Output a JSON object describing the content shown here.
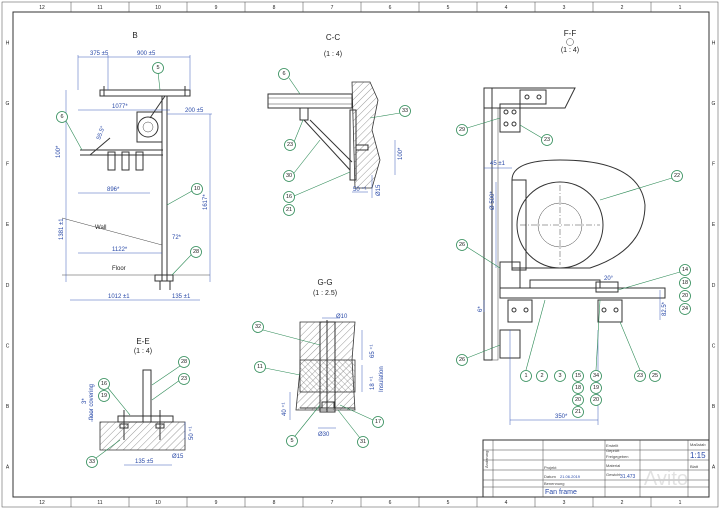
{
  "border": {
    "columns_top": [
      "12",
      "11",
      "10",
      "9",
      "8",
      "7",
      "6",
      "5",
      "4",
      "3",
      "2",
      "1"
    ],
    "rows": [
      "H",
      "G",
      "F",
      "E",
      "D",
      "C",
      "B",
      "A"
    ]
  },
  "views": {
    "b": {
      "title": "B"
    },
    "cc": {
      "title": "C-C",
      "scale": "(1 : 4)"
    },
    "ff": {
      "title": "F-F",
      "scale": "(1 : 4)"
    },
    "gg": {
      "title": "G-G",
      "scale": "(1 : 2.5)"
    },
    "ee": {
      "title": "E-E",
      "scale": "(1 : 4)"
    }
  },
  "dims": {
    "b": [
      "375 ±5",
      "900 ±5",
      "1077*",
      "200 ±5",
      "100*",
      "55.5°",
      "896*",
      "1381 ±1",
      "1617*",
      "1122*",
      "72*",
      "1012 ±1",
      "135 ±1"
    ],
    "cc": [
      "100*",
      "50 ⁺¹",
      "Ø15"
    ],
    "ff": [
      "45 ±1",
      "Ø 500*",
      "20°",
      "6*",
      "82.5*",
      "350*"
    ],
    "gg": [
      "Ø10",
      "65 ⁺¹",
      "18 ⁺¹",
      "Insulation",
      "40 ⁺¹",
      "Ø30"
    ],
    "ee": [
      "3*",
      "floor covering",
      "50 ⁺¹",
      "Ø15",
      "135 ±5"
    ]
  },
  "labels": {
    "wall": "Wall",
    "floor": "Floor"
  },
  "balloons": {
    "b": [
      "5",
      "6",
      "10",
      "28"
    ],
    "cc": [
      "6",
      "33",
      "23",
      "30",
      "16",
      "21"
    ],
    "ff": [
      "29",
      "23",
      "22",
      "26",
      "26",
      "14",
      "18",
      "20",
      "24",
      "23",
      "25",
      "1",
      "2",
      "3",
      "15",
      "34",
      "19",
      "18",
      "20",
      "20",
      "21"
    ],
    "gg": [
      "32",
      "11",
      "5",
      "17",
      "31"
    ],
    "ee": [
      "28",
      "23",
      "16",
      "19",
      "33"
    ]
  },
  "title_block": {
    "scale": "1:15",
    "weight": "31.473",
    "date": "21.06.2019",
    "title": "Fan frame",
    "row_labels": [
      "Projekt",
      "Datum",
      "Benennung"
    ],
    "side_labels": [
      "Erstellt",
      "Geprüft",
      "Freigegeben",
      "Material",
      "Gewicht"
    ],
    "format_label": "Maßstab",
    "sheet_label": "Blatt",
    "change_label": "Änderung"
  },
  "watermark": "Avito"
}
